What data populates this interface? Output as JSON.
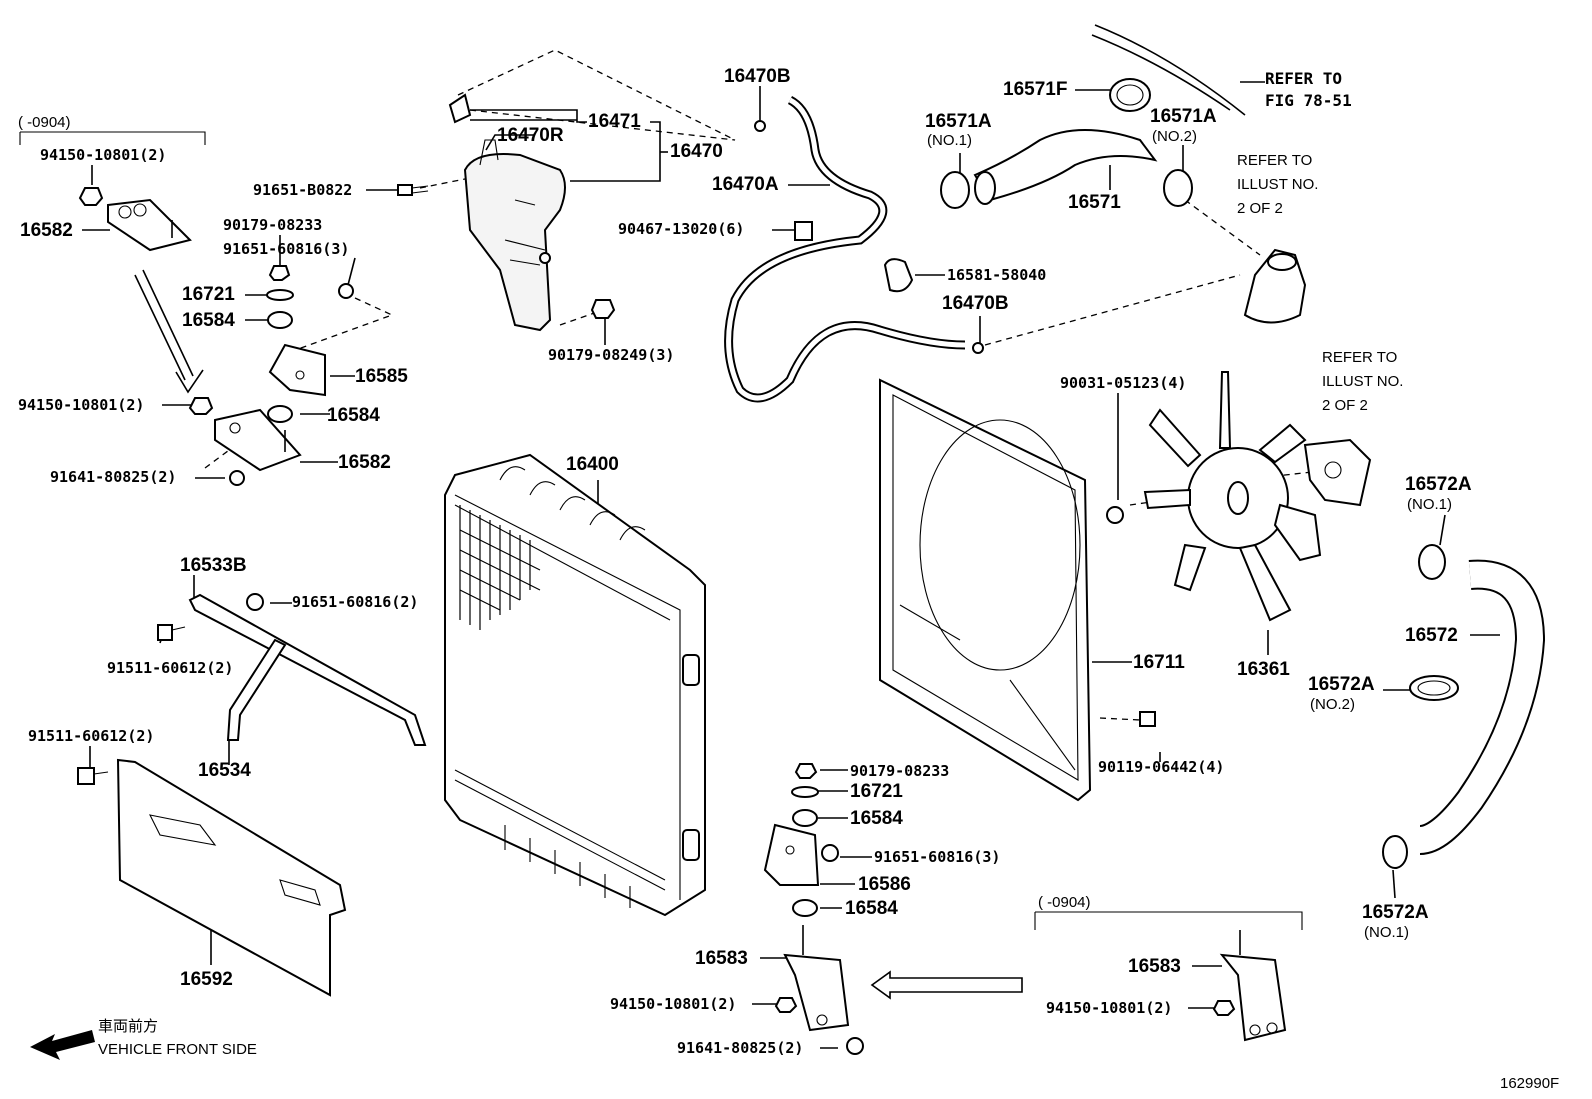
{
  "refs": {
    "r16470B_top": "16470B",
    "r16471": "16471",
    "r16470R": "16470R",
    "r16470": "16470",
    "r16470A": "16470A",
    "r16571F": "16571F",
    "r16571A_left": "16571A",
    "r16571A_left_sub": "(NO.1)",
    "r16571A_right": "16571A",
    "r16571A_right_sub": "(NO.2)",
    "r16571": "16571",
    "r16581": "16581-58040",
    "r16470B_mid": "16470B",
    "r94150_top": "94150-10801(2)",
    "r16582_top": "16582",
    "r90179_08233_top": "90179-08233",
    "r91651_60816_top": "91651-60816(3)",
    "r16721_top": "16721",
    "r16584_top": "16584",
    "r16585": "16585",
    "r94150_mid": "94150-10801(2)",
    "r16584_mid": "16584",
    "r16582_mid": "16582",
    "r91641_mid": "91641-80825(2)",
    "r91651_B0822": "91651-B0822",
    "r90467": "90467-13020(6)",
    "r90179_08249": "90179-08249(3)",
    "r16400": "16400",
    "r16533B": "16533B",
    "r91651_60816_mid": "91651-60816(2)",
    "r91511_mid": "91511-60612(2)",
    "r16534": "16534",
    "r91511_low": "91511-60612(2)",
    "r16592": "16592",
    "r90031": "90031-05123(4)",
    "r16711": "16711",
    "r16361": "16361",
    "r90119": "90119-06442(4)",
    "r16572A_top": "16572A",
    "r16572A_top_sub": "(NO.1)",
    "r16572": "16572",
    "r16572A_mid": "16572A",
    "r16572A_mid_sub": "(NO.2)",
    "r16572A_bot": "16572A",
    "r16572A_bot_sub": "(NO.1)",
    "r90179_08233_bot": "90179-08233",
    "r16721_bot": "16721",
    "r16584_bot1": "16584",
    "r91651_60816_bot": "91651-60816(3)",
    "r16586": "16586",
    "r16584_bot2": "16584",
    "r16583_bot": "16583",
    "r94150_bot": "94150-10801(2)",
    "r91641_bot": "91641-80825(2)",
    "r16583_right": "16583",
    "r94150_right": "94150-10801(2)"
  },
  "notes": {
    "range_top_left": "(       -0904)",
    "range_bottom_right": "(       -0904)",
    "refer_fig_line1": "REFER TO",
    "refer_fig_line2": "FIG 78-51",
    "refer_illust_a_line1": "REFER TO",
    "refer_illust_a_line2": "ILLUST NO.",
    "refer_illust_a_line3": "2 OF 2",
    "refer_illust_b_line1": "REFER TO",
    "refer_illust_b_line2": "ILLUST NO.",
    "refer_illust_b_line3": "2 OF 2",
    "vehicle_front_jp": "車両前方",
    "vehicle_front_en": "VEHICLE FRONT SIDE",
    "figure_code": "162990F"
  }
}
